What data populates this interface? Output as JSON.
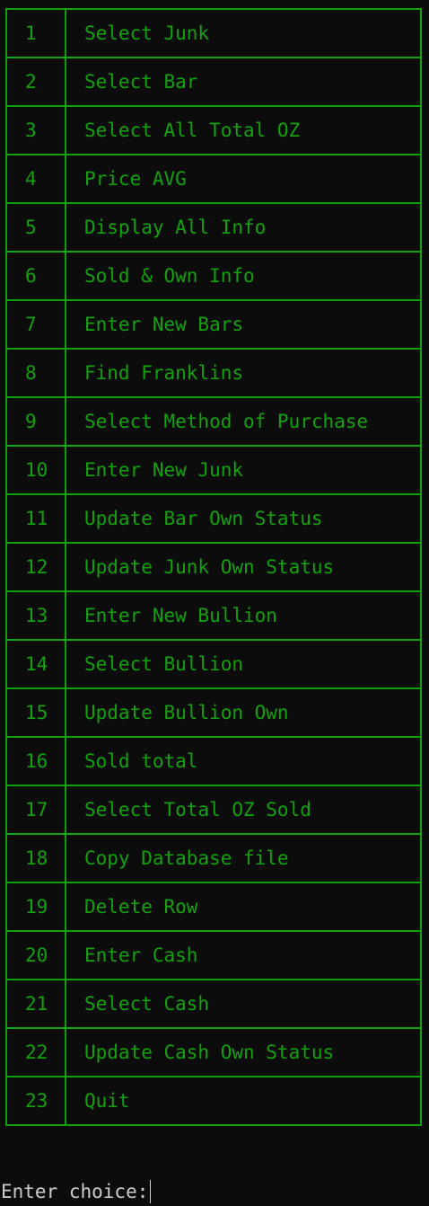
{
  "menu": {
    "items": [
      {
        "number": "1",
        "label": "Select Junk"
      },
      {
        "number": "2",
        "label": "Select Bar"
      },
      {
        "number": "3",
        "label": "Select All Total OZ"
      },
      {
        "number": "4",
        "label": "Price AVG"
      },
      {
        "number": "5",
        "label": "Display All Info"
      },
      {
        "number": "6",
        "label": "Sold & Own Info"
      },
      {
        "number": "7",
        "label": "Enter New Bars"
      },
      {
        "number": "8",
        "label": "Find Franklins"
      },
      {
        "number": "9",
        "label": "Select Method of Purchase"
      },
      {
        "number": "10",
        "label": "Enter New Junk"
      },
      {
        "number": "11",
        "label": "Update Bar Own Status"
      },
      {
        "number": "12",
        "label": "Update Junk Own Status"
      },
      {
        "number": "13",
        "label": "Enter New Bullion"
      },
      {
        "number": "14",
        "label": "Select Bullion"
      },
      {
        "number": "15",
        "label": "Update Bullion Own"
      },
      {
        "number": "16",
        "label": "Sold total"
      },
      {
        "number": "17",
        "label": "Select Total OZ Sold"
      },
      {
        "number": "18",
        "label": "Copy Database file"
      },
      {
        "number": "19",
        "label": "Delete Row"
      },
      {
        "number": "20",
        "label": "Enter Cash"
      },
      {
        "number": "21",
        "label": "Select Cash"
      },
      {
        "number": "22",
        "label": "Update Cash Own Status"
      },
      {
        "number": "23",
        "label": "Quit"
      }
    ]
  },
  "prompt": {
    "text": "Enter choice:",
    "input_value": ""
  },
  "colors": {
    "background": "#0c0c0c",
    "menu_text": "#13a10e",
    "prompt_text": "#cccccc"
  }
}
